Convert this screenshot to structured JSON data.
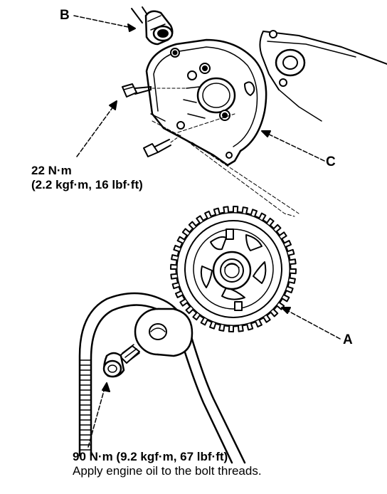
{
  "labels": {
    "part_b": "B",
    "part_c": "C",
    "part_a": "A"
  },
  "torque_upper": {
    "line1": "22 N·m",
    "line2": "(2.2 kgf·m, 16 lbf·ft)"
  },
  "torque_lower": {
    "line1": "90 N·m (9.2 kgf·m, 67 lbf·ft)",
    "line2": "Apply engine oil to the bolt threads."
  }
}
